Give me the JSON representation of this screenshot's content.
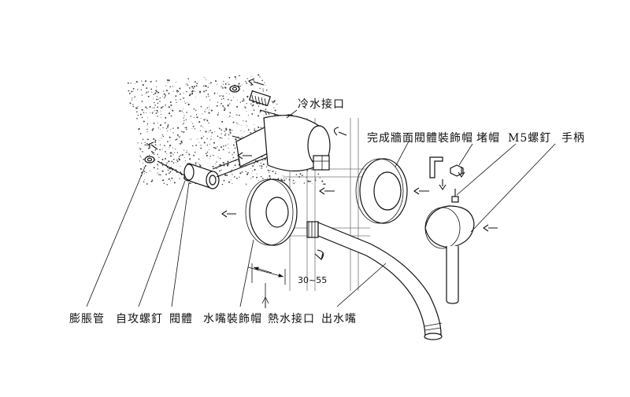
{
  "labels": {
    "cold_inlet": "冷水接口",
    "finished_wall_valve_cover": "完成牆面閥體裝飾帽",
    "plug_cap": "堵帽",
    "m5_screw": "M5螺釘",
    "handle": "手柄",
    "expansion_tube": "膨脹管",
    "self_tapping_screw": "自攻螺釘",
    "valve_body": "閥體",
    "spout_cover": "水嘴裝飾帽",
    "hot_inlet": "熱水接口",
    "spout": "出水嘴"
  },
  "dimension": {
    "wall_depth": "30~55"
  }
}
